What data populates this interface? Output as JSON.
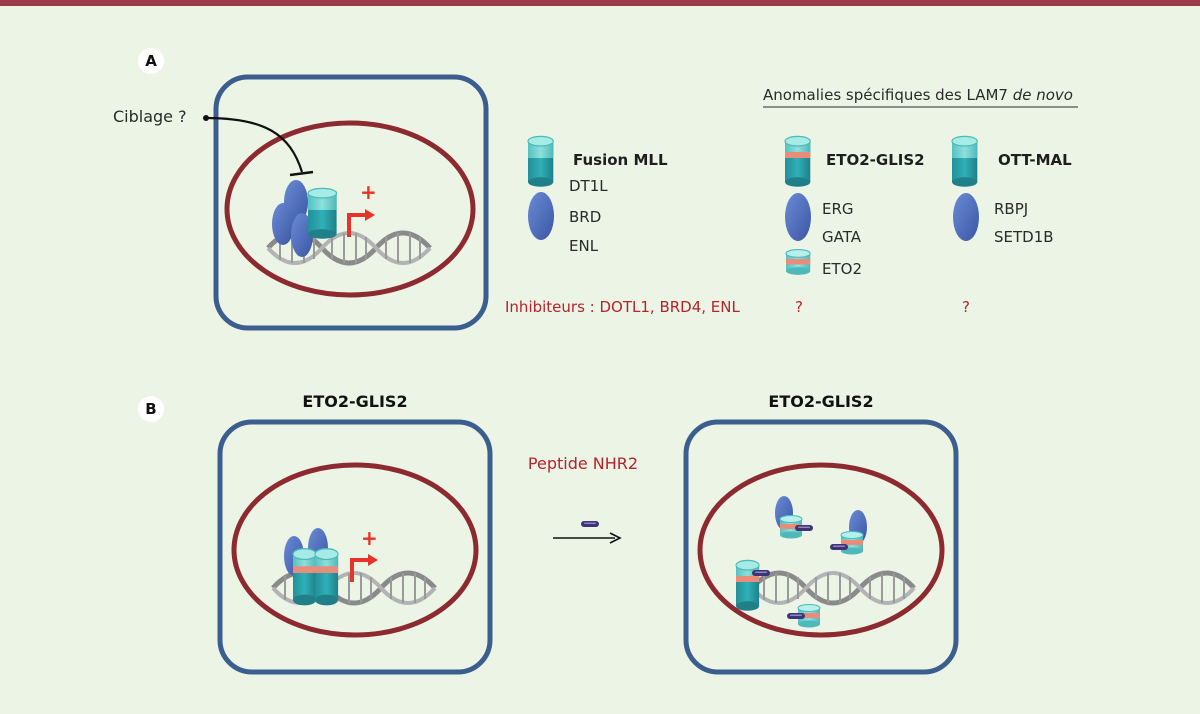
{
  "panel_a": {
    "letter": "A",
    "ciblage_label": "Ciblage ?",
    "legend_title": "Anomalies spécifiques des LAM7 ",
    "legend_title_italic": "de novo",
    "groups": [
      {
        "title": "Fusion MLL",
        "partners": [
          "DT1L",
          "BRD",
          "ENL"
        ],
        "inhibitors": "Inhibiteurs : DOTL1, BRD4, ENL"
      },
      {
        "title": "ETO2-GLIS2",
        "partners": [
          "ERG",
          "GATA"
        ],
        "extra_partner": "ETO2",
        "inhibitors": "?"
      },
      {
        "title": "OTT-MAL",
        "partners": [
          "RBPJ",
          "SETD1B"
        ],
        "inhibitors": "?"
      }
    ],
    "plus_sign": "+"
  },
  "panel_b": {
    "letter": "B",
    "left_title": "ETO2-GLIS2",
    "right_title": "ETO2-GLIS2",
    "peptide_label": "Peptide NHR2",
    "plus_sign": "+"
  },
  "colors": {
    "cell_border": "#3c5e8f",
    "nucleus_border": "#8c2a30",
    "protein_blue": "#4565b3",
    "fusion_teal": "#2aa3ab",
    "fusion_light": "#6fcfcf",
    "eto2_band": "#e98c79",
    "peptide": "#3e3375",
    "arrow_red": "#e8332a",
    "inhibitor_red": "#b3242c",
    "background": "#ecf4e6",
    "top_bar": "#9a3b4a"
  },
  "icons": {
    "protein": "oval-protein-icon",
    "fusion": "fusion-cylinder-icon",
    "dna": "dna-helix-icon",
    "transcription": "transcription-arrow-icon",
    "peptide": "peptide-icon"
  }
}
